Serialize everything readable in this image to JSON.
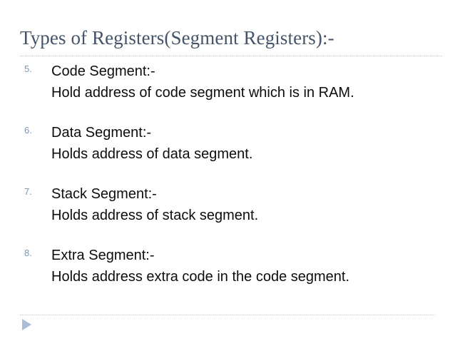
{
  "slide": {
    "title": "Types of Registers(Segment Registers):-",
    "accent_color": "#44546a",
    "number_color": "#7a96bd",
    "body_color": "#0d0d0d",
    "rule_color": "#b9c4d6",
    "marker_color": "#a9bcd8",
    "background": "#ffffff",
    "items": [
      {
        "number": "5.",
        "heading": "Code Segment:-",
        "description": "Hold address of code segment which is in RAM."
      },
      {
        "number": "6.",
        "heading": "Data Segment:-",
        "description": "Holds address of data segment."
      },
      {
        "number": "7.",
        "heading": "Stack Segment:-",
        "description": "Holds address of stack segment."
      },
      {
        "number": "8.",
        "heading": "Extra Segment:-",
        "description": "Holds address extra code in the code segment."
      }
    ],
    "footer": {
      "marker_icon": "play-triangle-icon"
    }
  }
}
